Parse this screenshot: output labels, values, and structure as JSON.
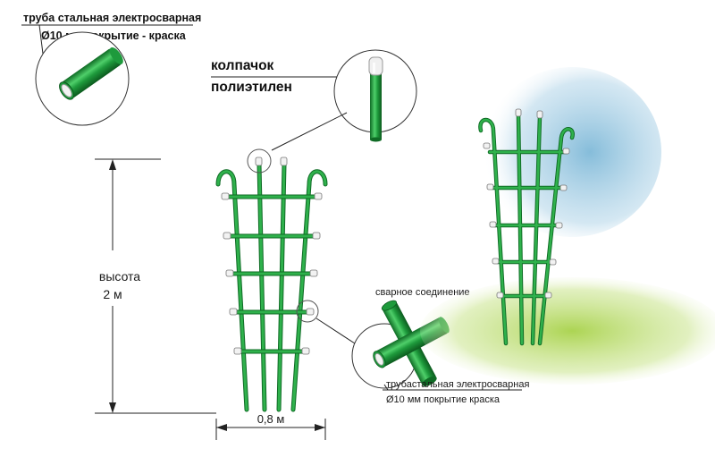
{
  "labels": {
    "pipe_top_line1": "труба  стальная электросварная",
    "pipe_top_line2": "Ø10 мм покрытие - краска",
    "cap_line1": "колпачок",
    "cap_line2": "полиэтилен",
    "height_line1": "высота",
    "height_line2": "2 м",
    "width": "0,8 м",
    "weld": "сварное соединение",
    "pipe_bottom_line1": "трубастальная электросварная",
    "pipe_bottom_line2": "Ø10 мм покрытие краска"
  },
  "colors": {
    "tube_green": "#1e9a3c",
    "tube_dark": "#0f6b25",
    "tube_light": "#4fcf6a",
    "sky_blue": "#7fb9d8",
    "grass_green": "#a8d24a",
    "line": "#222222"
  }
}
